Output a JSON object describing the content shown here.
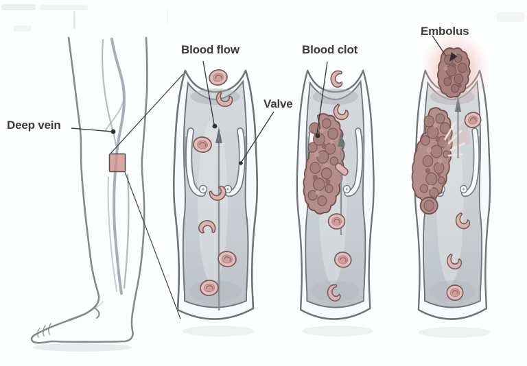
{
  "diagram": {
    "labels": {
      "deep_vein": "Deep vein",
      "blood_flow": "Blood flow",
      "valve": "Valve",
      "blood_clot": "Blood clot",
      "embolus": "Embolus"
    },
    "colors": {
      "background": "#fdfefe",
      "label_text": "#3a3a3a",
      "leader_line": "#3c3e40",
      "leg_outline": "#85898d",
      "leg_vein": "#9aa0a8",
      "marker_fill": "#cf8d87",
      "vein_outline": "#6e7377",
      "vein_wall": "#f8fafb",
      "vein_lumen_light": "#d7dbde",
      "vein_lumen_dark": "#bcc2c7",
      "valve_pocket": "#9aa1a8",
      "blood_cell_fill": "#e2bfbc",
      "blood_cell_rim": "#7d5c5a",
      "clot_fill": "#b48e8b",
      "clot_outline": "#77504e",
      "clot_lump": "#a5807d",
      "embolus_fill": "#a8807d",
      "embolus_glow": "#e8a89f",
      "flow_arrow": "#8b9095"
    }
  }
}
